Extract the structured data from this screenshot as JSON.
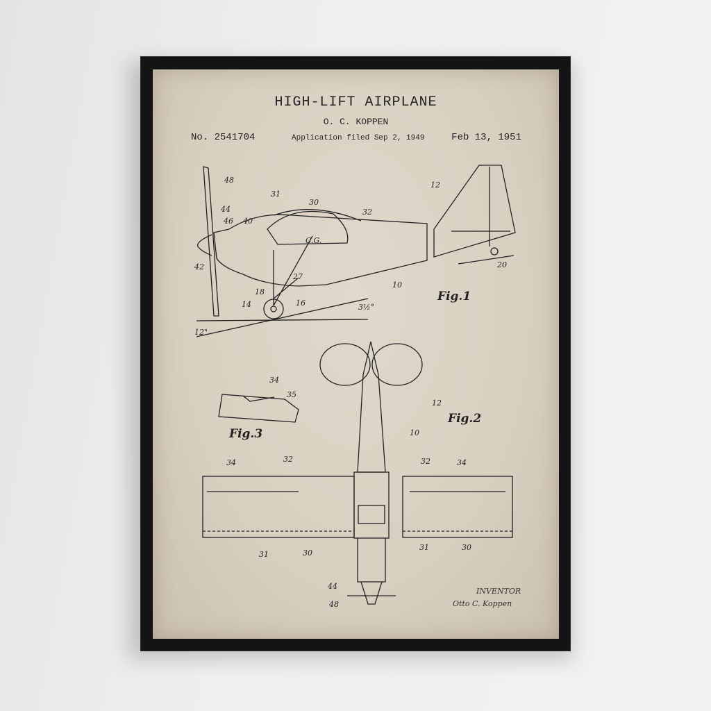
{
  "poster": {
    "title": "HIGH-LIFT AIRPLANE",
    "inventor": "O. C. KOPPEN",
    "patent_number": "No. 2541704",
    "application_filed": "Application filed Sep 2, 1949",
    "date": "Feb 13, 1951",
    "inventor_label": "INVENTOR",
    "signature": "Otto C. Koppen",
    "colors": {
      "paper": "#d8cfc0",
      "frame": "#141414",
      "ink": "#222222"
    }
  },
  "fig1": {
    "label": "Fig.1",
    "callouts": [
      "48",
      "44",
      "46",
      "40",
      "31",
      "30",
      "32",
      "12",
      "42",
      "18",
      "27",
      "14",
      "16",
      "10",
      "20",
      "3½°",
      "12\"",
      "C.G."
    ]
  },
  "fig2": {
    "label": "Fig.2",
    "callouts": [
      "12",
      "10",
      "34",
      "32",
      "32",
      "34",
      "31",
      "30",
      "31",
      "30",
      "44",
      "48"
    ]
  },
  "fig3": {
    "label": "Fig.3",
    "callouts": [
      "34",
      "35"
    ]
  }
}
